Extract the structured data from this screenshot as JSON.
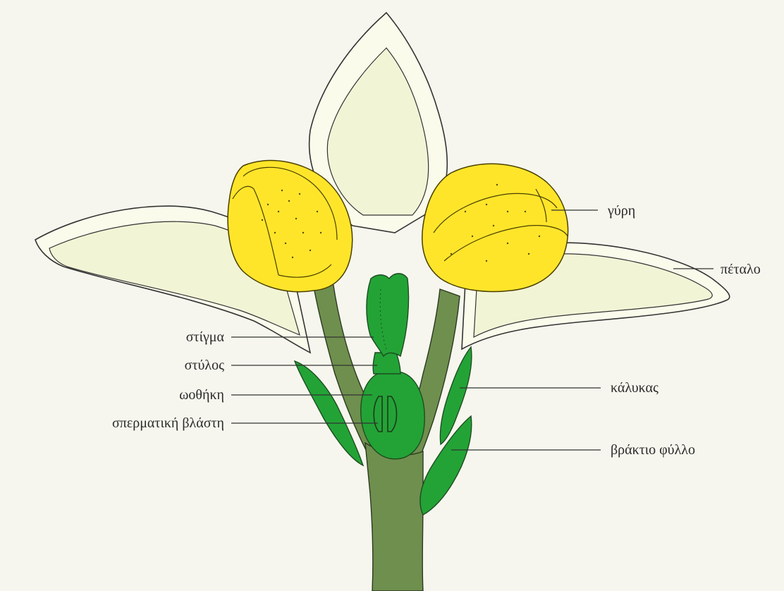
{
  "colors": {
    "background": "#f6f6ee",
    "petal": "#fbfbec",
    "anther": "#ffe52a",
    "pistil": "#23a336",
    "stem": "#6f8f4e"
  },
  "labels": {
    "pollen": "γύρη",
    "petal": "πέταλο",
    "stigma": "στίγμα",
    "style": "στύλος",
    "ovary": "ωοθήκη",
    "ovule": "σπερματική βλάστη",
    "sepal": "κάλυκας",
    "bract": "βράκτιο φύλλο"
  }
}
